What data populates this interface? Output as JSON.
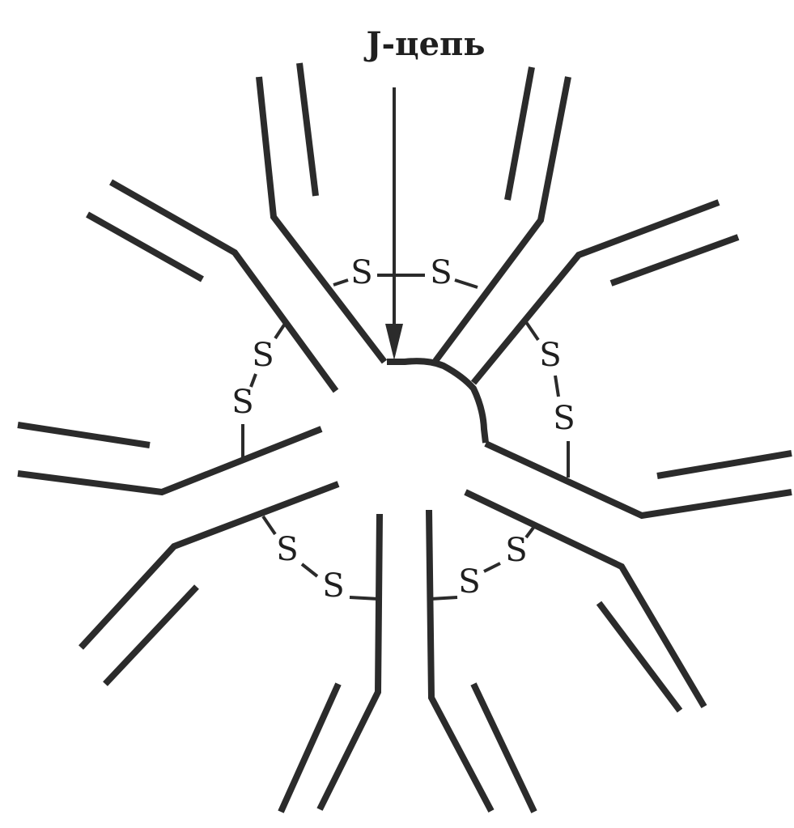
{
  "diagram": {
    "title": "J-цепь",
    "bond_left": "S",
    "bond_right": "S",
    "chain_color": "#2b2b2b",
    "background": "#ffffff"
  }
}
